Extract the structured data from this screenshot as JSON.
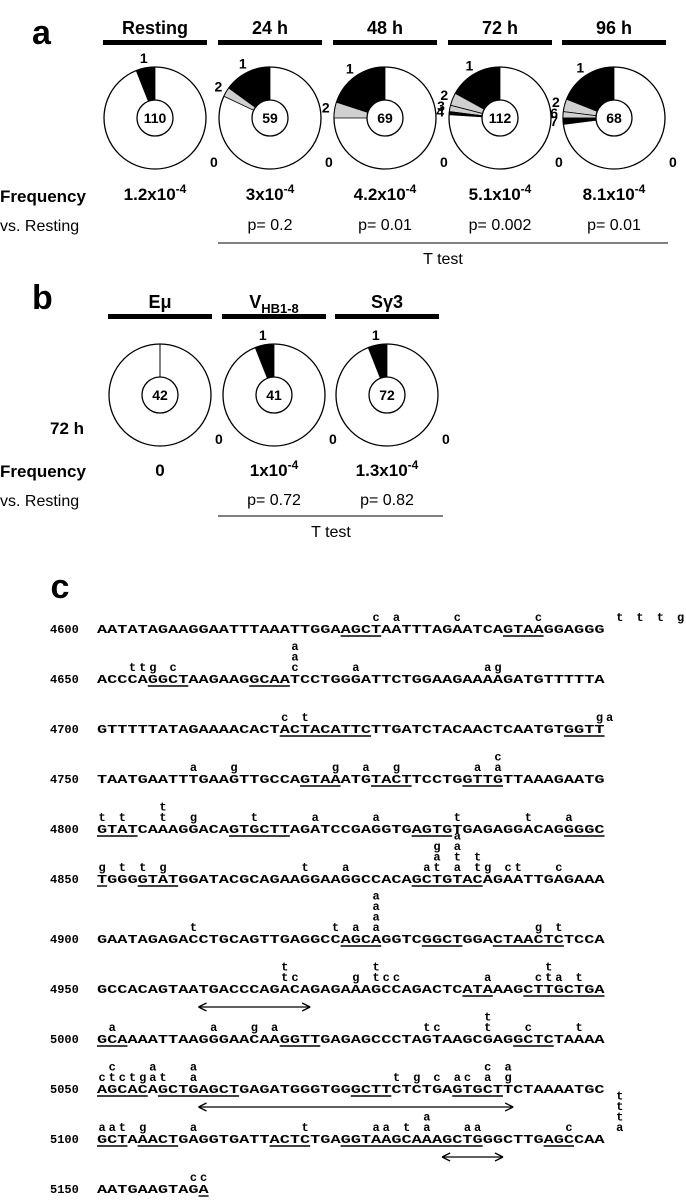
{
  "panel_a": {
    "label": "a",
    "row_label": "",
    "frequency_label": "Frequency",
    "comparison_label": "vs. Resting",
    "test_label": "T test",
    "groups": [
      {
        "title": "Resting",
        "center": "110",
        "frequency_base": "1.2x10",
        "frequency_exp": "-4",
        "p": "",
        "slices": [
          {
            "label": "1",
            "fraction": 0.06,
            "fill": "#000"
          }
        ]
      },
      {
        "title": "24 h",
        "center": "59",
        "frequency_base": "3x10",
        "frequency_exp": "-4",
        "p": "p= 0.2",
        "slices": [
          {
            "label": "1",
            "fraction": 0.15,
            "fill": "#000"
          },
          {
            "label": "2",
            "fraction": 0.03,
            "fill": "#d0d0d0"
          }
        ]
      },
      {
        "title": "48 h",
        "center": "69",
        "frequency_base": "4.2x10",
        "frequency_exp": "-4",
        "p": "p= 0.01",
        "slices": [
          {
            "label": "1",
            "fraction": 0.2,
            "fill": "#000"
          },
          {
            "label": "2",
            "fraction": 0.05,
            "fill": "#d0d0d0"
          }
        ]
      },
      {
        "title": "72 h",
        "center": "112",
        "frequency_base": "5.1x10",
        "frequency_exp": "-4",
        "p": "p= 0.002",
        "slices": [
          {
            "label": "1",
            "fraction": 0.17,
            "fill": "#000"
          },
          {
            "label": "2",
            "fraction": 0.04,
            "fill": "#d0d0d0"
          },
          {
            "label": "3",
            "fraction": 0.02,
            "fill": "#d0d0d0"
          },
          {
            "label": "4",
            "fraction": 0.01,
            "fill": "#000"
          }
        ]
      },
      {
        "title": "96 h",
        "center": "68",
        "frequency_base": "8.1x10",
        "frequency_exp": "-4",
        "p": "p= 0.01",
        "slices": [
          {
            "label": "1",
            "fraction": 0.19,
            "fill": "#000"
          },
          {
            "label": "2",
            "fraction": 0.04,
            "fill": "#d0d0d0"
          },
          {
            "label": "6",
            "fraction": 0.02,
            "fill": "#d0d0d0"
          },
          {
            "label": "7",
            "fraction": 0.02,
            "fill": "#000"
          }
        ]
      }
    ]
  },
  "panel_b": {
    "label": "b",
    "row_label": "72 h",
    "frequency_label": "Frequency",
    "comparison_label": "vs. Resting",
    "test_label": "T test",
    "groups": [
      {
        "title": "Eμ",
        "center": "42",
        "frequency_base": "0",
        "frequency_exp": "",
        "p": "",
        "slices": []
      },
      {
        "title": "V",
        "title_sub": "HB1-8",
        "center": "41",
        "frequency_base": "1x10",
        "frequency_exp": "-4",
        "p": "p= 0.72",
        "slices": [
          {
            "label": "1",
            "fraction": 0.06,
            "fill": "#000"
          }
        ]
      },
      {
        "title": "Sγ3",
        "center": "72",
        "frequency_base": "1.3x10",
        "frequency_exp": "-4",
        "p": "p= 0.82",
        "slices": [
          {
            "label": "1",
            "fraction": 0.06,
            "fill": "#000"
          }
        ]
      }
    ],
    "zero_label": "0"
  },
  "panel_c": {
    "label": "c",
    "rows": [
      {
        "pos": "4600",
        "seq": "AATATAGAAGGAATTTAAATTGGAAGCTAATTTAGAATCAGTAAGGAGGG"
      },
      {
        "pos": "4650",
        "seq": "ACCCAGGCTAAGAAGGCAATCCTGGGATTCTGGAAGAAAAGATGTTTTTA"
      },
      {
        "pos": "4700",
        "seq": "GTTTTTATAGAAAACACTACTACATTCTTGATCTACAACTCAATGTGGTT"
      },
      {
        "pos": "4750",
        "seq": "TAATGAATTTGAAGTTGCCAGTAAATGTACTTCCTGGTTGTTAAAGAATG"
      },
      {
        "pos": "4800",
        "seq": "GTATCAAAGGACAGTGCTTAGATCCGAGGTGAGTGTGAGAGGACAGGGGC"
      },
      {
        "pos": "4850",
        "seq": "TGGGGTATGGATACGCAGAAGGAAGGCCACAGCTGTACAGAATTGAGAAA"
      },
      {
        "pos": "4900",
        "seq": "GAATAGAGACCTGCAGTTGAGGCCAGCAGGTCGGCTGGACTAACTCTCCA"
      },
      {
        "pos": "4950",
        "seq": "GCCACAGTAATGACCCAGACAGAGAAAGCCAGACTCATAAAGCTTGCTGA"
      },
      {
        "pos": "5000",
        "seq": "GCAAAATTAAGGGAACAAGGTTGAGAGCCCTAGTAAGCGAGGCTCTAAAA"
      },
      {
        "pos": "5050",
        "seq": "AGCACAGCTGAGCTGAGATGGGTGGGCTTCTCTGAGTGCTTCTAAAATGC"
      },
      {
        "pos": "5100",
        "seq": "GCTAAACTGAGGTGATTACTCTGAGGTAAGCAAAGCTGGGCTTGAGCCAA"
      },
      {
        "pos": "5150",
        "seq": "AATGAAGTAGA"
      }
    ],
    "mutations": [
      {
        "row": 0,
        "i": 27,
        "s": [
          "c"
        ]
      },
      {
        "row": 0,
        "i": 29,
        "s": [
          "a"
        ]
      },
      {
        "row": 0,
        "i": 35,
        "s": [
          "c"
        ]
      },
      {
        "row": 0,
        "i": 43,
        "s": [
          "c"
        ]
      },
      {
        "row": 0,
        "i": 51,
        "s": [
          "t"
        ]
      },
      {
        "row": 0,
        "i": 53,
        "s": [
          "t"
        ]
      },
      {
        "row": 0,
        "i": 55,
        "s": [
          "t"
        ]
      },
      {
        "row": 0,
        "i": 57,
        "s": [
          "g"
        ]
      },
      {
        "row": 1,
        "i": 3,
        "s": [
          "t"
        ]
      },
      {
        "row": 1,
        "i": 4,
        "s": [
          "t"
        ]
      },
      {
        "row": 1,
        "i": 5,
        "s": [
          "g"
        ]
      },
      {
        "row": 1,
        "i": 7,
        "s": [
          "c"
        ]
      },
      {
        "row": 1,
        "i": 19,
        "s": [
          "c",
          "a",
          "a"
        ]
      },
      {
        "row": 1,
        "i": 25,
        "s": [
          "a"
        ]
      },
      {
        "row": 1,
        "i": 38,
        "s": [
          "a"
        ]
      },
      {
        "row": 1,
        "i": 39,
        "s": [
          "g"
        ]
      },
      {
        "row": 2,
        "i": 18,
        "s": [
          "c"
        ]
      },
      {
        "row": 2,
        "i": 20,
        "s": [
          "t"
        ]
      },
      {
        "row": 2,
        "i": 49,
        "s": [
          "g"
        ]
      },
      {
        "row": 2,
        "i": 50,
        "s": [
          "a"
        ]
      },
      {
        "row": 3,
        "i": 9,
        "s": [
          "a"
        ]
      },
      {
        "row": 3,
        "i": 13,
        "s": [
          "g"
        ]
      },
      {
        "row": 3,
        "i": 23,
        "s": [
          "g"
        ]
      },
      {
        "row": 3,
        "i": 26,
        "s": [
          "a"
        ]
      },
      {
        "row": 3,
        "i": 29,
        "s": [
          "g"
        ]
      },
      {
        "row": 3,
        "i": 37,
        "s": [
          "a"
        ]
      },
      {
        "row": 3,
        "i": 39,
        "s": [
          "a",
          "c"
        ]
      },
      {
        "row": 4,
        "i": 0,
        "s": [
          "t"
        ]
      },
      {
        "row": 4,
        "i": 2,
        "s": [
          "t"
        ]
      },
      {
        "row": 4,
        "i": 6,
        "s": [
          "t",
          "t"
        ]
      },
      {
        "row": 4,
        "i": 9,
        "s": [
          "g"
        ]
      },
      {
        "row": 4,
        "i": 15,
        "s": [
          "t"
        ]
      },
      {
        "row": 4,
        "i": 21,
        "s": [
          "a"
        ]
      },
      {
        "row": 4,
        "i": 27,
        "s": [
          "a"
        ]
      },
      {
        "row": 4,
        "i": 35,
        "s": [
          "t"
        ]
      },
      {
        "row": 4,
        "i": 42,
        "s": [
          "t"
        ]
      },
      {
        "row": 4,
        "i": 46,
        "s": [
          "a"
        ]
      },
      {
        "row": 5,
        "i": 0,
        "s": [
          "g"
        ]
      },
      {
        "row": 5,
        "i": 2,
        "s": [
          "t"
        ]
      },
      {
        "row": 5,
        "i": 4,
        "s": [
          "t"
        ]
      },
      {
        "row": 5,
        "i": 6,
        "s": [
          "g"
        ]
      },
      {
        "row": 5,
        "i": 20,
        "s": [
          "t"
        ]
      },
      {
        "row": 5,
        "i": 24,
        "s": [
          "a"
        ]
      },
      {
        "row": 5,
        "i": 32,
        "s": [
          "a"
        ]
      },
      {
        "row": 5,
        "i": 33,
        "s": [
          "t",
          "a",
          "g"
        ]
      },
      {
        "row": 5,
        "i": 35,
        "s": [
          "a",
          "t",
          "a",
          "a"
        ]
      },
      {
        "row": 5,
        "i": 37,
        "s": [
          "t",
          "t"
        ]
      },
      {
        "row": 5,
        "i": 38,
        "s": [
          "g"
        ]
      },
      {
        "row": 5,
        "i": 40,
        "s": [
          "c"
        ]
      },
      {
        "row": 5,
        "i": 41,
        "s": [
          "t"
        ]
      },
      {
        "row": 5,
        "i": 45,
        "s": [
          "c"
        ]
      },
      {
        "row": 6,
        "i": 9,
        "s": [
          "t"
        ]
      },
      {
        "row": 6,
        "i": 23,
        "s": [
          "t"
        ]
      },
      {
        "row": 6,
        "i": 25,
        "s": [
          "a"
        ]
      },
      {
        "row": 6,
        "i": 27,
        "s": [
          "a",
          "a",
          "a",
          "a"
        ]
      },
      {
        "row": 6,
        "i": 43,
        "s": [
          "g"
        ]
      },
      {
        "row": 6,
        "i": 45,
        "s": [
          "t"
        ]
      },
      {
        "row": 7,
        "i": 18,
        "s": [
          "t",
          "t"
        ]
      },
      {
        "row": 7,
        "i": 19,
        "s": [
          "c"
        ]
      },
      {
        "row": 7,
        "i": 25,
        "s": [
          "g"
        ]
      },
      {
        "row": 7,
        "i": 27,
        "s": [
          "t",
          "t"
        ]
      },
      {
        "row": 7,
        "i": 28,
        "s": [
          "c"
        ]
      },
      {
        "row": 7,
        "i": 29,
        "s": [
          "c"
        ]
      },
      {
        "row": 7,
        "i": 38,
        "s": [
          "a"
        ]
      },
      {
        "row": 7,
        "i": 43,
        "s": [
          "c"
        ]
      },
      {
        "row": 7,
        "i": 44,
        "s": [
          "t",
          "t"
        ]
      },
      {
        "row": 7,
        "i": 45,
        "s": [
          "a"
        ]
      },
      {
        "row": 7,
        "i": 47,
        "s": [
          "t"
        ]
      },
      {
        "row": 8,
        "i": 1,
        "s": [
          "a"
        ]
      },
      {
        "row": 8,
        "i": 11,
        "s": [
          "a"
        ]
      },
      {
        "row": 8,
        "i": 15,
        "s": [
          "g"
        ]
      },
      {
        "row": 8,
        "i": 17,
        "s": [
          "a"
        ]
      },
      {
        "row": 8,
        "i": 32,
        "s": [
          "t"
        ]
      },
      {
        "row": 8,
        "i": 33,
        "s": [
          "c"
        ]
      },
      {
        "row": 8,
        "i": 38,
        "s": [
          "t",
          "t"
        ]
      },
      {
        "row": 8,
        "i": 42,
        "s": [
          "c"
        ]
      },
      {
        "row": 8,
        "i": 47,
        "s": [
          "t"
        ]
      },
      {
        "row": 9,
        "i": 0,
        "s": [
          "c"
        ]
      },
      {
        "row": 9,
        "i": 1,
        "s": [
          "t",
          "c"
        ]
      },
      {
        "row": 9,
        "i": 2,
        "s": [
          "c"
        ]
      },
      {
        "row": 9,
        "i": 3,
        "s": [
          "t"
        ]
      },
      {
        "row": 9,
        "i": 4,
        "s": [
          "g"
        ]
      },
      {
        "row": 9,
        "i": 5,
        "s": [
          "a",
          "a"
        ]
      },
      {
        "row": 9,
        "i": 6,
        "s": [
          "t"
        ]
      },
      {
        "row": 9,
        "i": 9,
        "s": [
          "a",
          "a"
        ]
      },
      {
        "row": 9,
        "i": 29,
        "s": [
          "t"
        ]
      },
      {
        "row": 9,
        "i": 31,
        "s": [
          "g"
        ]
      },
      {
        "row": 9,
        "i": 33,
        "s": [
          "c"
        ]
      },
      {
        "row": 9,
        "i": 35,
        "s": [
          "a"
        ]
      },
      {
        "row": 9,
        "i": 36,
        "s": [
          "c"
        ]
      },
      {
        "row": 9,
        "i": 38,
        "s": [
          "a",
          "c"
        ]
      },
      {
        "row": 9,
        "i": 40,
        "s": [
          "g",
          "a"
        ]
      },
      {
        "row": 10,
        "i": 0,
        "s": [
          "a"
        ]
      },
      {
        "row": 10,
        "i": 1,
        "s": [
          "a"
        ]
      },
      {
        "row": 10,
        "i": 2,
        "s": [
          "t"
        ]
      },
      {
        "row": 10,
        "i": 4,
        "s": [
          "g"
        ]
      },
      {
        "row": 10,
        "i": 9,
        "s": [
          "a"
        ]
      },
      {
        "row": 10,
        "i": 20,
        "s": [
          "t"
        ]
      },
      {
        "row": 10,
        "i": 27,
        "s": [
          "a"
        ]
      },
      {
        "row": 10,
        "i": 28,
        "s": [
          "a"
        ]
      },
      {
        "row": 10,
        "i": 30,
        "s": [
          "t"
        ]
      },
      {
        "row": 10,
        "i": 32,
        "s": [
          "a",
          "a"
        ]
      },
      {
        "row": 10,
        "i": 36,
        "s": [
          "a"
        ]
      },
      {
        "row": 10,
        "i": 37,
        "s": [
          "a"
        ]
      },
      {
        "row": 10,
        "i": 46,
        "s": [
          "c"
        ]
      },
      {
        "row": 10,
        "i": 51,
        "s": [
          "a",
          "t",
          "t",
          "t"
        ]
      },
      {
        "row": 11,
        "i": 9,
        "s": [
          "c"
        ]
      },
      {
        "row": 11,
        "i": 10,
        "s": [
          "c"
        ]
      }
    ],
    "underlines": [
      {
        "row": 0,
        "s": 24,
        "e": 27
      },
      {
        "row": 0,
        "s": 40,
        "e": 43
      },
      {
        "row": 1,
        "s": 5,
        "e": 8
      },
      {
        "row": 1,
        "s": 15,
        "e": 18
      },
      {
        "row": 2,
        "s": 18,
        "e": 26
      },
      {
        "row": 2,
        "s": 46,
        "e": 49
      },
      {
        "row": 3,
        "s": 20,
        "e": 23
      },
      {
        "row": 3,
        "s": 27,
        "e": 30
      },
      {
        "row": 3,
        "s": 36,
        "e": 39
      },
      {
        "row": 4,
        "s": 0,
        "e": 3
      },
      {
        "row": 4,
        "s": 13,
        "e": 18
      },
      {
        "row": 4,
        "s": 31,
        "e": 34
      },
      {
        "row": 4,
        "s": 46,
        "e": 49
      },
      {
        "row": 5,
        "s": 0,
        "e": 0
      },
      {
        "row": 5,
        "s": 4,
        "e": 7
      },
      {
        "row": 5,
        "s": 31,
        "e": 37
      },
      {
        "row": 6,
        "s": 24,
        "e": 27
      },
      {
        "row": 6,
        "s": 32,
        "e": 35
      },
      {
        "row": 6,
        "s": 39,
        "e": 45
      },
      {
        "row": 7,
        "s": 36,
        "e": 38
      },
      {
        "row": 7,
        "s": 42,
        "e": 49
      },
      {
        "row": 8,
        "s": 0,
        "e": 2
      },
      {
        "row": 8,
        "s": 18,
        "e": 21
      },
      {
        "row": 8,
        "s": 41,
        "e": 44
      },
      {
        "row": 9,
        "s": 0,
        "e": 4
      },
      {
        "row": 9,
        "s": 6,
        "e": 9
      },
      {
        "row": 9,
        "s": 10,
        "e": 13
      },
      {
        "row": 9,
        "s": 25,
        "e": 28
      },
      {
        "row": 9,
        "s": 35,
        "e": 39
      },
      {
        "row": 10,
        "s": 0,
        "e": 2
      },
      {
        "row": 10,
        "s": 4,
        "e": 7
      },
      {
        "row": 10,
        "s": 17,
        "e": 20
      },
      {
        "row": 10,
        "s": 24,
        "e": 34
      },
      {
        "row": 10,
        "s": 35,
        "e": 37
      },
      {
        "row": 10,
        "s": 44,
        "e": 46
      },
      {
        "row": 11,
        "s": 10,
        "e": 10
      }
    ],
    "arrows": [
      {
        "row": 7,
        "s": 10,
        "e": 20
      },
      {
        "row": 9,
        "s": 10,
        "e": 40
      },
      {
        "row": 10,
        "s": 34,
        "e": 39
      }
    ]
  }
}
